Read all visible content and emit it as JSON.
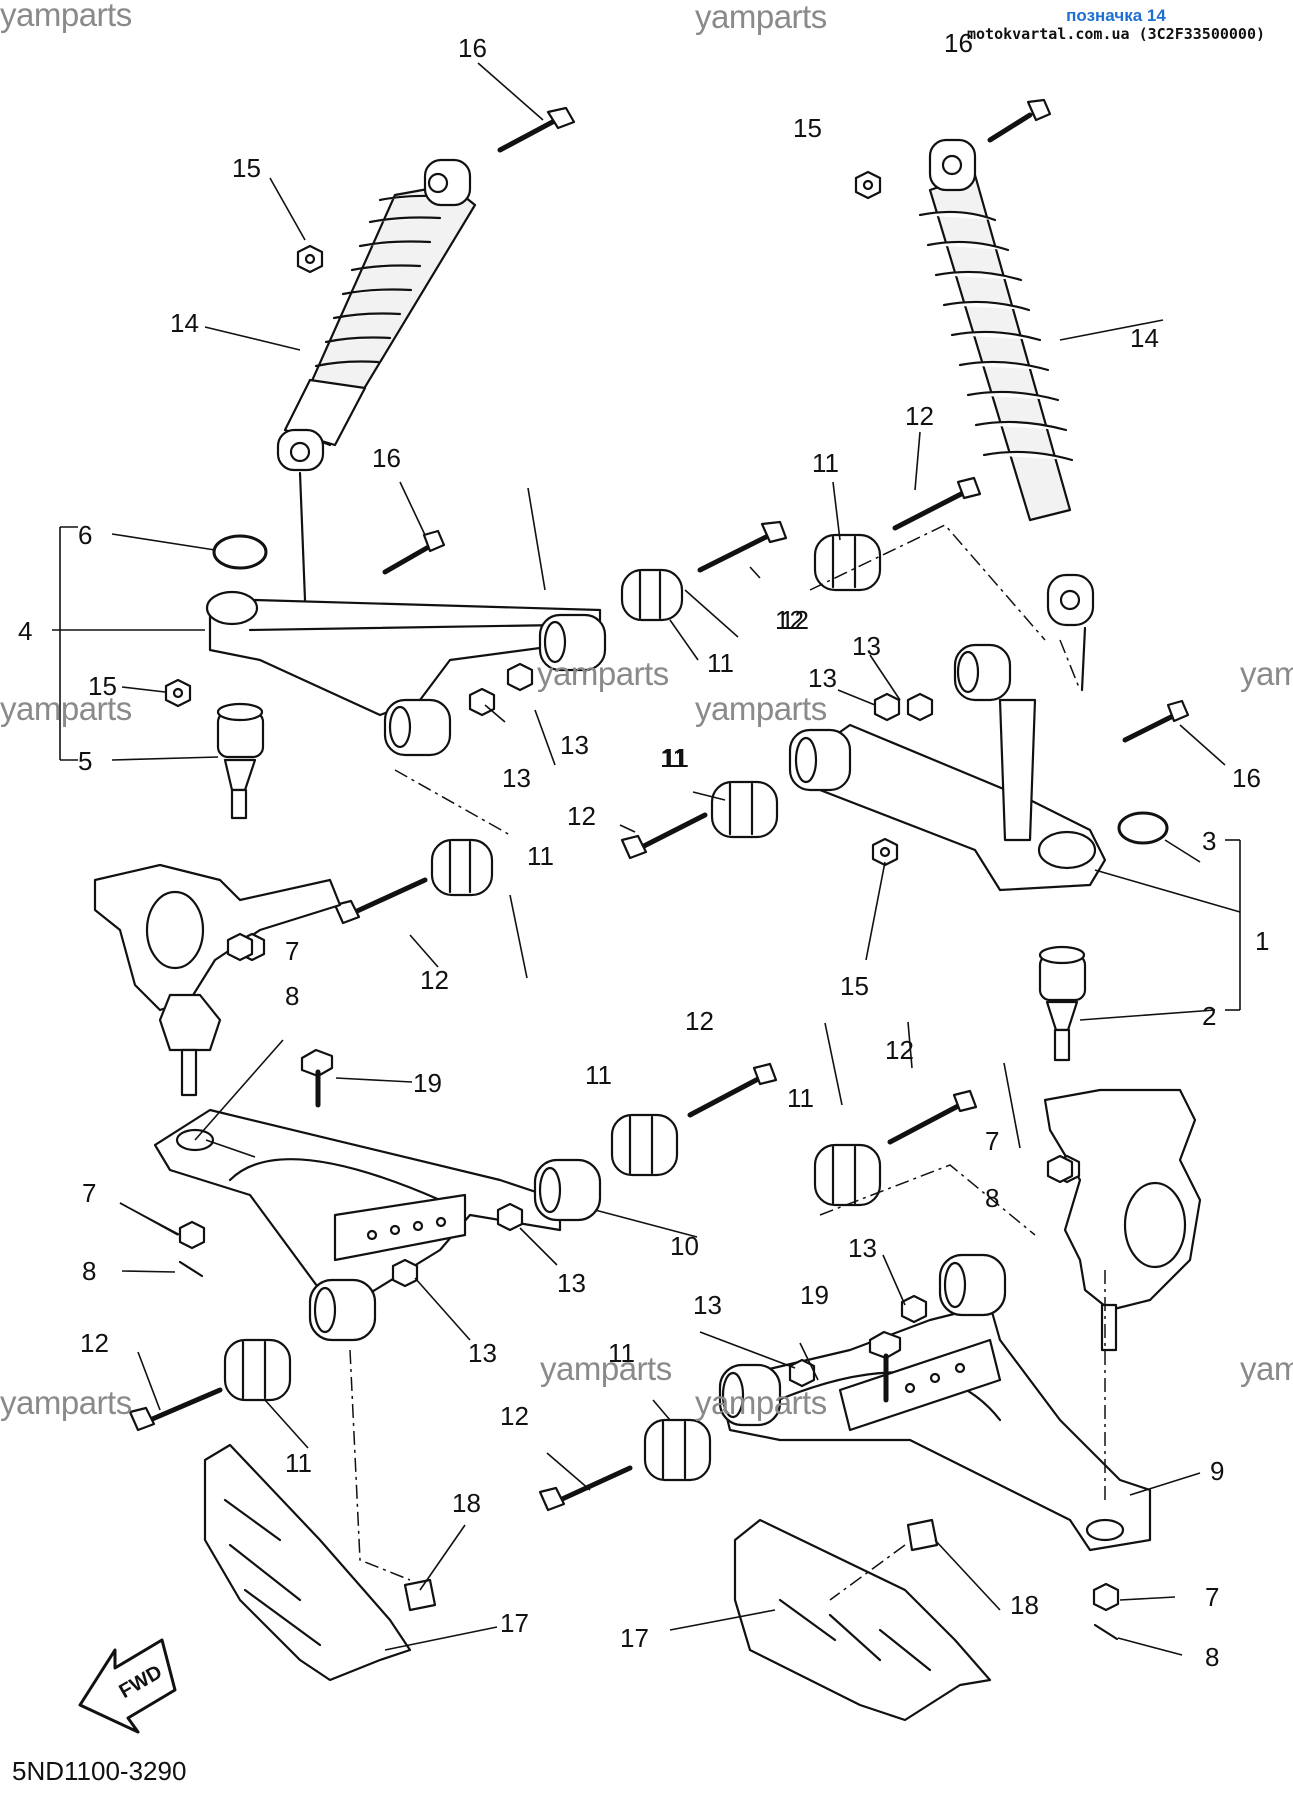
{
  "badge": {
    "title": "позначка 14",
    "source": "motokvartal.com.ua (3C2F33500000)"
  },
  "watermark_text": "yamparts",
  "diagram_code": "5ND1100-3290",
  "fwd_label": "FWD",
  "callouts": [
    {
      "id": "c16a",
      "text": "16"
    },
    {
      "id": "c15a",
      "text": "15"
    },
    {
      "id": "c14a",
      "text": "14"
    },
    {
      "id": "c16b",
      "text": "16"
    },
    {
      "id": "c6",
      "text": "6"
    },
    {
      "id": "c4",
      "text": "4"
    },
    {
      "id": "c15b",
      "text": "15"
    },
    {
      "id": "c5",
      "text": "5"
    },
    {
      "id": "c11a",
      "text": "11"
    },
    {
      "id": "c12a",
      "text": "12"
    },
    {
      "id": "c13a",
      "text": "13"
    },
    {
      "id": "c13b",
      "text": "13"
    },
    {
      "id": "c11b",
      "text": "11"
    },
    {
      "id": "c12b",
      "text": "12"
    },
    {
      "id": "c7a",
      "text": "7"
    },
    {
      "id": "c8a",
      "text": "8"
    },
    {
      "id": "c16c",
      "text": "16"
    },
    {
      "id": "c15c",
      "text": "15"
    },
    {
      "id": "c14b",
      "text": "14"
    },
    {
      "id": "c12c",
      "text": "12"
    },
    {
      "id": "c11c",
      "text": "11"
    },
    {
      "id": "c12d",
      "text": "12"
    },
    {
      "id": "c11d",
      "text": "11"
    },
    {
      "id": "c13c",
      "text": "13"
    },
    {
      "id": "c13d",
      "text": "13"
    },
    {
      "id": "c11e",
      "text": "11"
    },
    {
      "id": "c12e",
      "text": "12"
    },
    {
      "id": "c16d",
      "text": "16"
    },
    {
      "id": "c3",
      "text": "3"
    },
    {
      "id": "c1",
      "text": "1"
    },
    {
      "id": "c15d",
      "text": "15"
    },
    {
      "id": "c2",
      "text": "2"
    },
    {
      "id": "c19a",
      "text": "19"
    },
    {
      "id": "c12f",
      "text": "12"
    },
    {
      "id": "c11f",
      "text": "11"
    },
    {
      "id": "c10",
      "text": "10"
    },
    {
      "id": "c13e",
      "text": "13"
    },
    {
      "id": "c7b",
      "text": "7"
    },
    {
      "id": "c8b",
      "text": "8"
    },
    {
      "id": "c13f",
      "text": "13"
    },
    {
      "id": "c12g",
      "text": "12"
    },
    {
      "id": "c11g",
      "text": "11"
    },
    {
      "id": "c12h",
      "text": "12"
    },
    {
      "id": "c11h",
      "text": "11"
    },
    {
      "id": "c7c",
      "text": "7"
    },
    {
      "id": "c8c",
      "text": "8"
    },
    {
      "id": "c13g",
      "text": "13"
    },
    {
      "id": "c19b",
      "text": "19"
    },
    {
      "id": "c13h",
      "text": "13"
    },
    {
      "id": "c11i",
      "text": "11"
    },
    {
      "id": "c12i",
      "text": "12"
    },
    {
      "id": "c9",
      "text": "9"
    },
    {
      "id": "c18a",
      "text": "18"
    },
    {
      "id": "c17a",
      "text": "17"
    },
    {
      "id": "c18b",
      "text": "18"
    },
    {
      "id": "c17b",
      "text": "17"
    },
    {
      "id": "c7d",
      "text": "7"
    },
    {
      "id": "c8d",
      "text": "8"
    }
  ]
}
